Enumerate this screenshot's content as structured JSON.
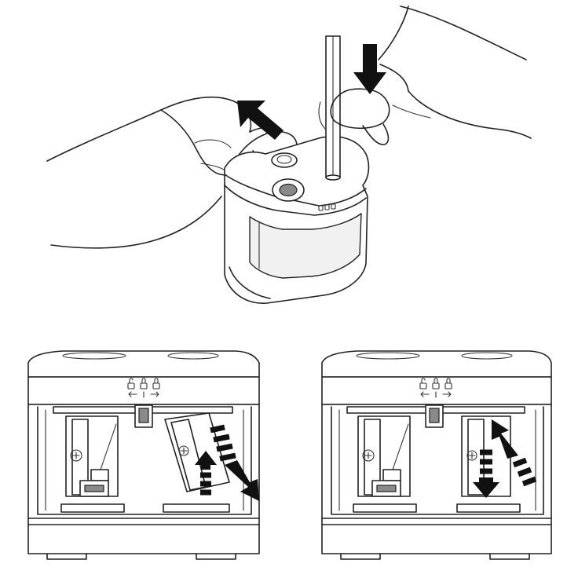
{
  "figure": {
    "panels": [
      {
        "id": "insert-pencil",
        "arrows": [
          "push-down",
          "lift-up"
        ]
      },
      {
        "id": "unlock-blade-holder",
        "lock_state": "unlocked",
        "arrows": [
          "pull-down",
          "push-up"
        ]
      },
      {
        "id": "lock-blade-holder",
        "lock_state": "locked",
        "arrows": [
          "push-down",
          "pull-up"
        ]
      }
    ],
    "icons": [
      "lock-icon",
      "unlock-icon",
      "arrow-left-icon",
      "arrow-right-icon"
    ],
    "colors": {
      "line": "#222222",
      "paper": "#ffffff",
      "shade": "#8a8a8a",
      "arrow": "#111111"
    }
  }
}
